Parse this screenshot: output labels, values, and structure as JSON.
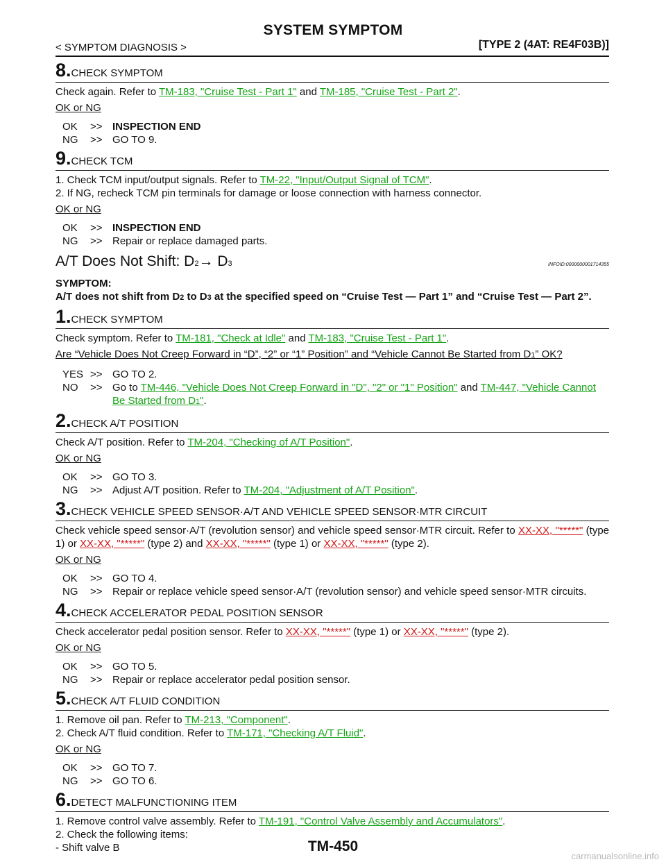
{
  "header": {
    "title": "SYSTEM SYMPTOM",
    "left": "< SYMPTOM DIAGNOSIS >",
    "right": "[TYPE 2 (4AT: RE4F03B)]"
  },
  "steps_a": [
    {
      "num": "8.",
      "title": "CHECK SYMPTOM",
      "line_pre": "Check again. Refer to ",
      "link1": "TM-183, \"Cruise Test - Part 1\"",
      "mid": " and ",
      "link2": "TM-185, \"Cruise Test - Part 2\"",
      "post": ".",
      "okng": "OK or NG",
      "ok_key": "OK",
      "ok_arrow": ">>",
      "ok_text": "INSPECTION END",
      "ng_key": "NG",
      "ng_arrow": ">>",
      "ng_text": "GO TO 9."
    },
    {
      "num": "9.",
      "title": "CHECK TCM",
      "l1_pre": "1.  Check TCM input/output signals. Refer to ",
      "l1_link": "TM-22, \"Input/Output Signal of TCM\"",
      "l1_post": ".",
      "l2": "2.  If NG, recheck TCM pin terminals for damage or loose connection with harness connector.",
      "okng": "OK or NG",
      "ok_key": "OK",
      "ok_arrow": ">>",
      "ok_text": "INSPECTION END",
      "ng_key": "NG",
      "ng_arrow": ">>",
      "ng_text": "Repair or replace damaged parts."
    }
  ],
  "section": {
    "title_a": "A/T Does Not Shift: D",
    "title_sub1": "2",
    "title_arrow": "→",
    "title_b": " D",
    "title_sub2": "3",
    "infoid": "INFOID:0000000001714355",
    "symptom_label": "SYMPTOM:",
    "symptom_a": "A/T does not shift from D",
    "symptom_sub1": "2",
    "symptom_b": " to D",
    "symptom_sub2": "3",
    "symptom_c": " at the specified speed on “Cruise Test — Part 1” and “Cruise Test — Part 2”."
  },
  "s1": {
    "num": "1.",
    "title": "CHECK SYMPTOM",
    "pre": "Check symptom. Refer to ",
    "link1": "TM-181, \"Check at Idle\"",
    "mid": " and ",
    "link2": "TM-183, \"Cruise Test - Part 1\"",
    "post": ".",
    "q_a": "Are “Vehicle Does Not Creep Forward in “D”, “2” or “1” Position” and “Vehicle Cannot Be Started from D",
    "q_sub": "1",
    "q_b": "” OK?",
    "yes_key": "YES",
    "yes_arrow": ">>",
    "yes_text": "GO TO 2.",
    "no_key": "NO",
    "no_arrow": ">>",
    "no_pre": "Go to ",
    "no_link1": "TM-446, \"Vehicle Does Not Creep Forward in \"D\", \"2\" or \"1\" Position\"",
    "no_mid": " and ",
    "no_link2a": "TM-447, \"Vehicle Cannot Be Started from D",
    "no_link2_sub": "1",
    "no_link2b": "\"",
    "no_post": "."
  },
  "s2": {
    "num": "2.",
    "title": "CHECK A/T POSITION",
    "pre": "Check A/T position. Refer to ",
    "link": "TM-204, \"Checking of A/T Position\"",
    "post": ".",
    "okng": "OK or NG",
    "ok_key": "OK",
    "ok_arrow": ">>",
    "ok_text": "GO TO 3.",
    "ng_key": "NG",
    "ng_arrow": ">>",
    "ng_pre": "Adjust A/T position. Refer to ",
    "ng_link": "TM-204, \"Adjustment of A/T Position\"",
    "ng_post": "."
  },
  "s3": {
    "num": "3.",
    "title": "CHECK VEHICLE SPEED SENSOR·A/T AND VEHICLE SPEED SENSOR·MTR CIRCUIT",
    "pre": "Check vehicle speed sensor·A/T (revolution sensor) and vehicle speed sensor·MTR circuit. Refer to ",
    "r1": "XX-XX, \"*****\"",
    "t1": " (type 1) or ",
    "r2": "XX-XX, \"*****\"",
    "t2": " (type 2) and ",
    "r3": "XX-XX, \"*****\"",
    "t3": " (type 1) or ",
    "r4": "XX-XX, \"*****\"",
    "t4": " (type 2).",
    "okng": "OK or NG",
    "ok_key": "OK",
    "ok_arrow": ">>",
    "ok_text": "GO TO 4.",
    "ng_key": "NG",
    "ng_arrow": ">>",
    "ng_text": "Repair or replace vehicle speed sensor·A/T (revolution sensor) and vehicle speed sensor·MTR circuits."
  },
  "s4": {
    "num": "4.",
    "title": "CHECK ACCELERATOR PEDAL POSITION SENSOR",
    "pre": "Check accelerator pedal position sensor. Refer to ",
    "r1": "XX-XX, \"*****\"",
    "t1": " (type 1) or ",
    "r2": "XX-XX, \"*****\"",
    "t2": " (type 2).",
    "okng": "OK or NG",
    "ok_key": "OK",
    "ok_arrow": ">>",
    "ok_text": "GO TO 5.",
    "ng_key": "NG",
    "ng_arrow": ">>",
    "ng_text": "Repair or replace accelerator pedal position sensor."
  },
  "s5": {
    "num": "5.",
    "title": "CHECK A/T FLUID CONDITION",
    "l1_pre": "1.  Remove oil pan. Refer to ",
    "l1_link": "TM-213, \"Component\"",
    "l1_post": ".",
    "l2_pre": "2.  Check A/T fluid condition. Refer to ",
    "l2_link": "TM-171, \"Checking A/T Fluid\"",
    "l2_post": ".",
    "okng": "OK or NG",
    "ok_key": "OK",
    "ok_arrow": ">>",
    "ok_text": "GO TO 7.",
    "ng_key": "NG",
    "ng_arrow": ">>",
    "ng_text": "GO TO 6."
  },
  "s6": {
    "num": "6.",
    "title": "DETECT MALFUNCTIONING ITEM",
    "l1_pre": "1.  Remove control valve assembly. Refer to ",
    "l1_link": "TM-191, \"Control Valve Assembly and Accumulators\"",
    "l1_post": ".",
    "l2": "2.  Check the following items:",
    "l3": "-   Shift valve B"
  },
  "footer": {
    "page": "TM-450",
    "watermark": "carmanualsonline.info"
  }
}
